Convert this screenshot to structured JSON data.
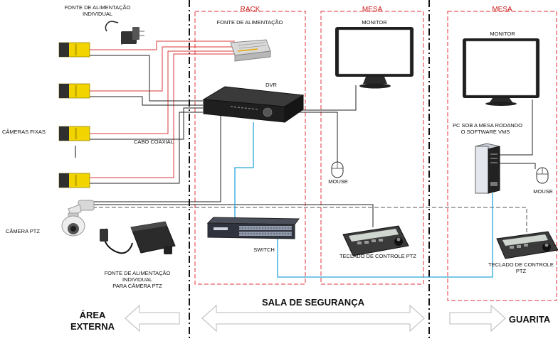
{
  "zones": {
    "rack": "RACK",
    "mesa_seguranca": "MESA",
    "mesa_guarita": "MESA"
  },
  "labels": {
    "fonte_individual": [
      "FONTE DE ALIMENTAÇÃO",
      "INDIVIDUAL"
    ],
    "fonte_rack": "FONTE DE ALIMENTAÇÃO",
    "monitor_seguranca": "MONITOR",
    "monitor_guarita": "MONITOR",
    "dvr": "DVR",
    "cameras_fixas": "CÂMERAS FIXAS",
    "cabo_coaxial": "CABO COAXIAL",
    "pc": [
      "PC SOB A MESA RODANDO",
      "O SOFTWARE VMS"
    ],
    "mouse_seguranca": "MOUSE",
    "mouse_guarita": "MOUSE",
    "camera_ptz": "CÂMERA PTZ",
    "switch": "SWITCH",
    "teclado_seguranca": "TECLADO DE CONTROLE PTZ",
    "teclado_guarita": [
      "TECLADO DE CONTROLE",
      "PTZ"
    ],
    "fonte_ptz": [
      "FONTE DE ALIMENTAÇÃO",
      "INDIVIDUAL",
      "PARA CÂMERA PTZ"
    ]
  },
  "areas": {
    "externa": [
      "ÁREA",
      "EXTERNA"
    ],
    "sala": "SALA DE SEGURANÇA",
    "guarita": "GUARITA"
  },
  "colors": {
    "zone_border": "#e0303a",
    "power_cable": "#d93a3a",
    "coax_cable": "#222222",
    "network_cable": "#2aa6d8",
    "camera_body": "#f2d400",
    "arrow_stroke": "#c8c8c8"
  }
}
